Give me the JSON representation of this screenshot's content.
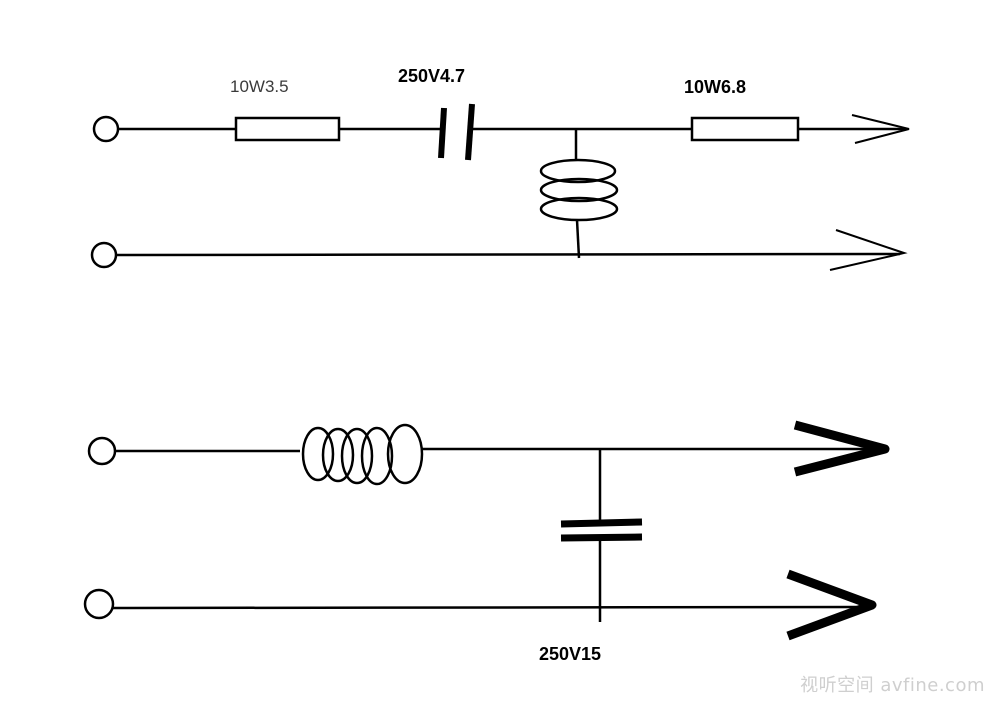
{
  "circuit_top": {
    "resistor_1_label": "10W3.5",
    "capacitor_1_label": "250V4.7",
    "resistor_2_label": "10W6.8"
  },
  "circuit_bottom": {
    "capacitor_label": "250V15"
  },
  "watermark": {
    "text": "视听空间 avfine.com"
  },
  "colors": {
    "line": "#000000",
    "background": "#ffffff",
    "watermark": "#cfcfcf"
  }
}
